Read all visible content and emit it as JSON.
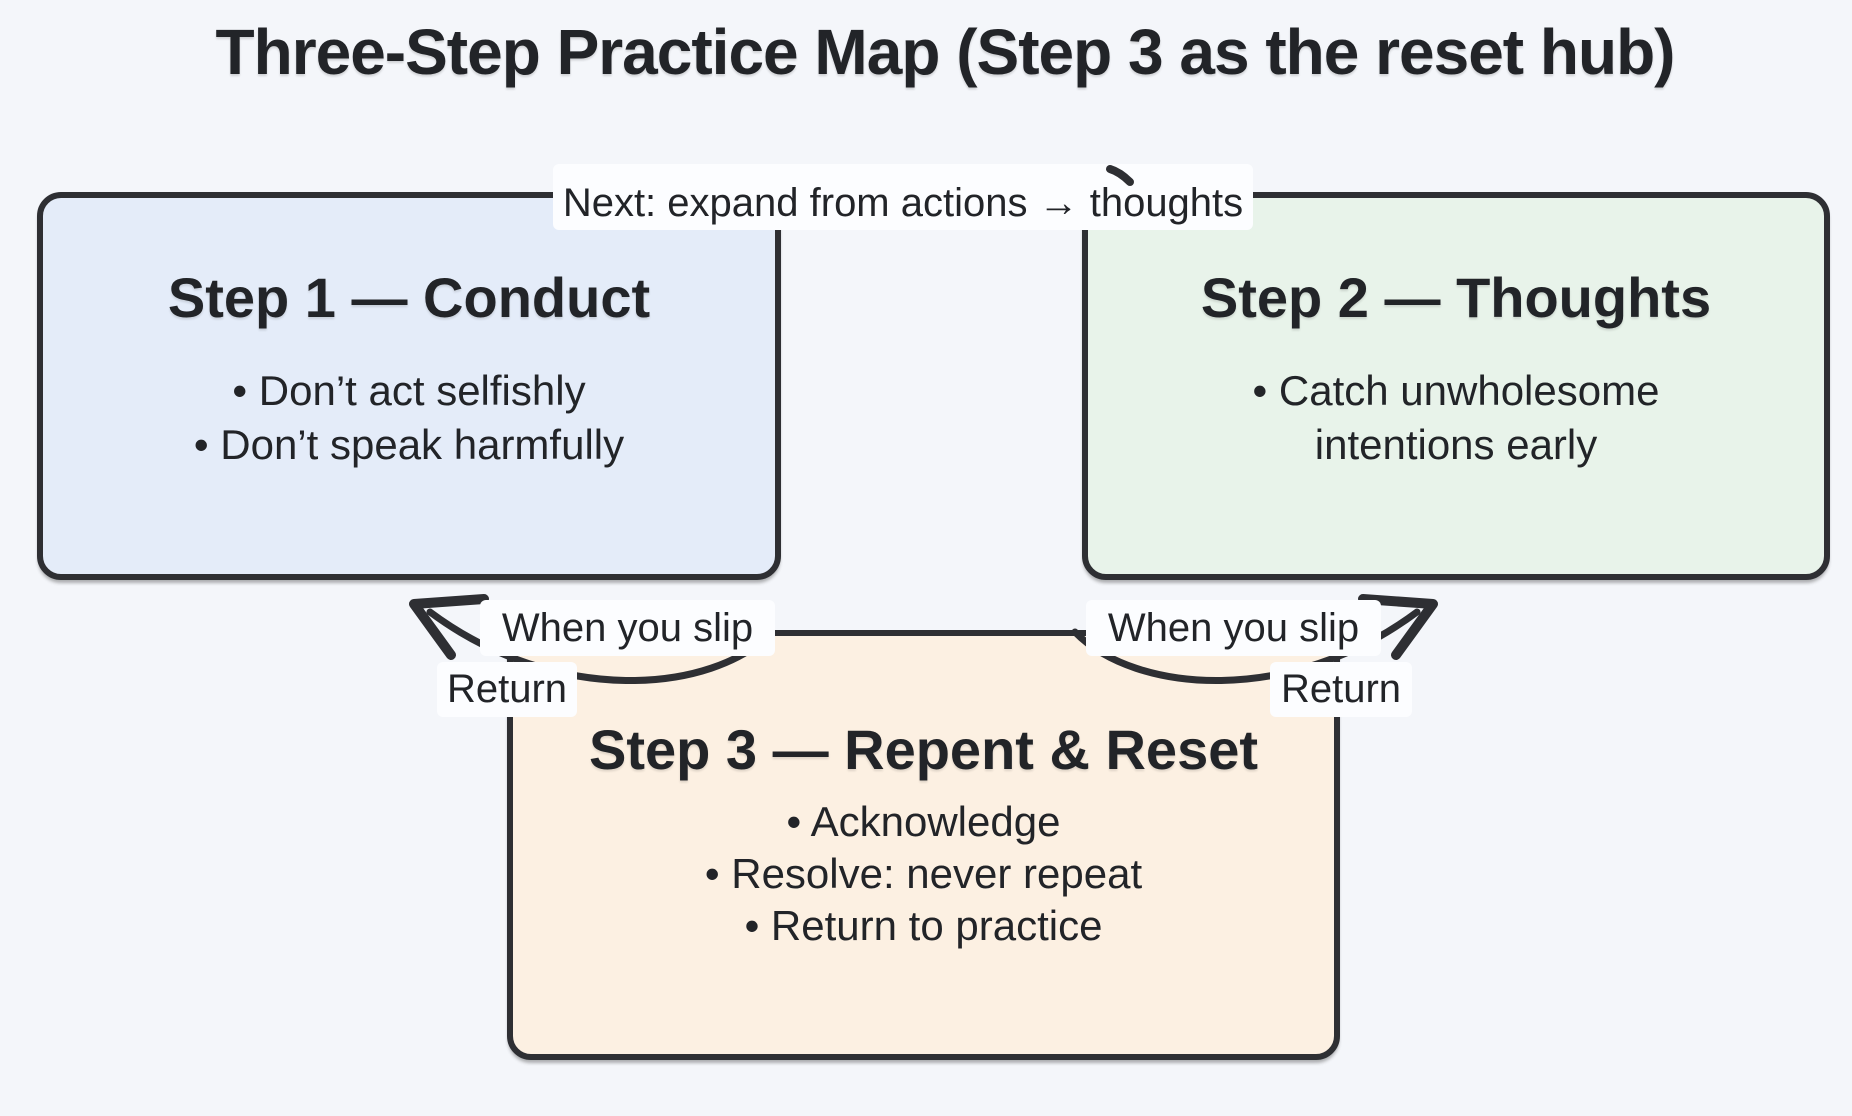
{
  "title": "Three-Step Practice Map (Step 3 as the reset hub)",
  "colors": {
    "background": "#f4f6fa",
    "step1_fill": "#e4ecf9",
    "step2_fill": "#e8f3ea",
    "step3_fill": "#fcf0e2",
    "border": "#2e2f33",
    "text": "#222428",
    "label_bg": "#fcfdff"
  },
  "boxes": {
    "step1": {
      "title": "Step 1 — Conduct",
      "bullets": [
        "• Don’t act selfishly",
        "• Don’t speak harmfully"
      ]
    },
    "step2": {
      "title": "Step 2 — Thoughts",
      "bullets": [
        "• Catch unwholesome intentions early"
      ]
    },
    "step3": {
      "title": "Step 3 — Repent & Reset",
      "bullets": [
        "• Acknowledge",
        "• Resolve: never repeat",
        "• Return to practice"
      ]
    }
  },
  "edges": {
    "next_label": "Next: expand from actions → thoughts",
    "slip_left_label": "When you slip",
    "slip_right_label": "When you slip",
    "return_left_label": "Return",
    "return_right_label": "Return"
  }
}
